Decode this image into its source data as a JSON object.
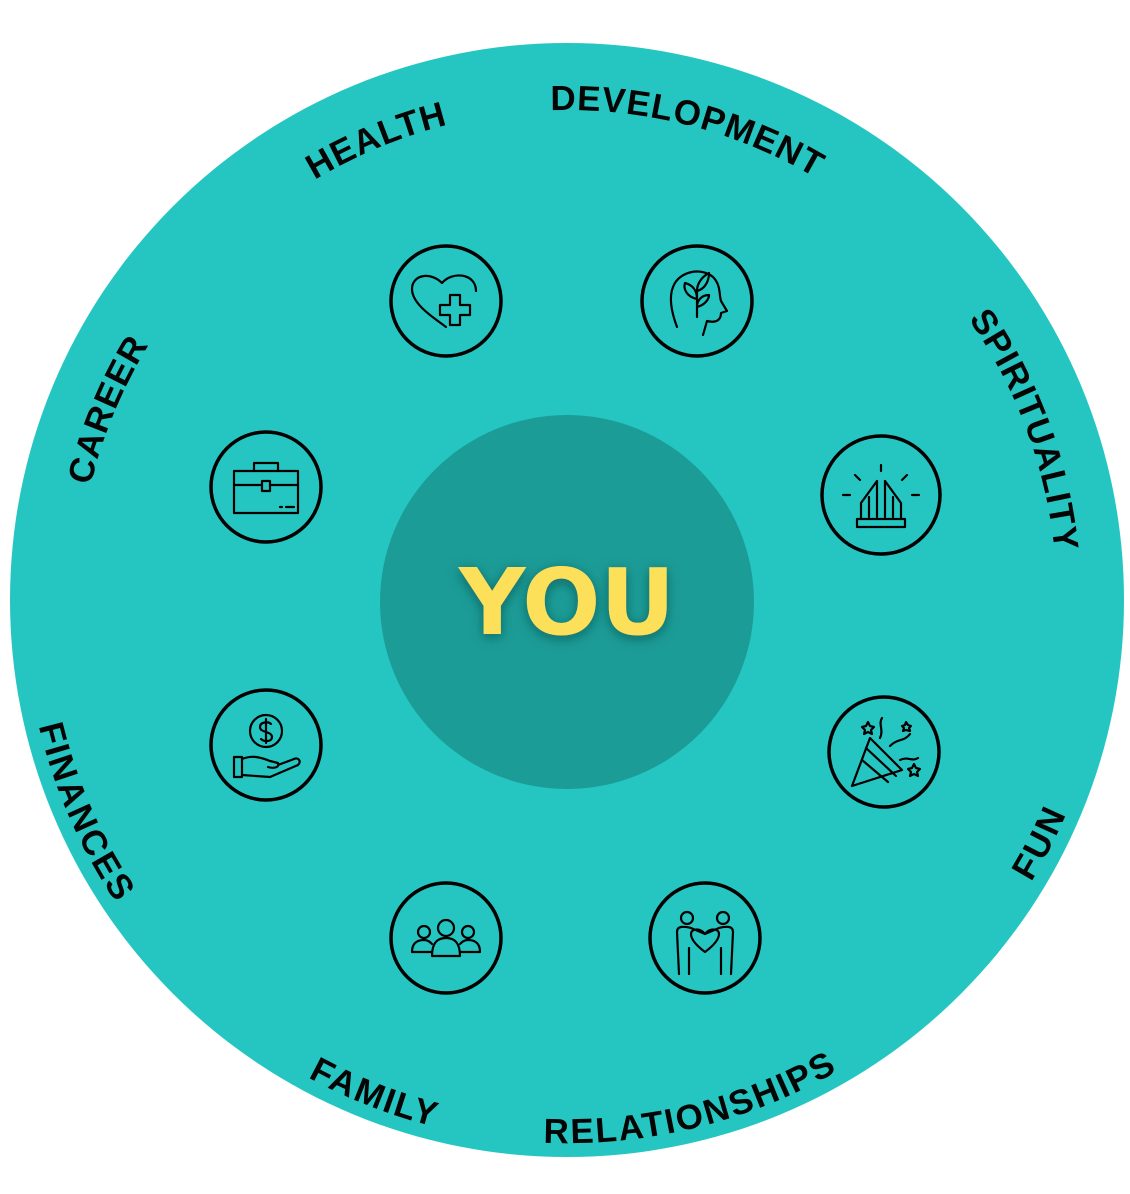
{
  "center": {
    "label": "YOU"
  },
  "areas": [
    {
      "id": "health",
      "label": "HEALTH",
      "icon": "heart-plus-icon"
    },
    {
      "id": "development",
      "label": "DEVELOPMENT",
      "icon": "head-sprout-icon"
    },
    {
      "id": "spirituality",
      "label": "SPIRITUALITY",
      "icon": "praying-hands-icon"
    },
    {
      "id": "fun",
      "label": "FUN",
      "icon": "party-popper-icon"
    },
    {
      "id": "relationships",
      "label": "RELATIONSHIPS",
      "icon": "couple-heart-icon"
    },
    {
      "id": "family",
      "label": "FAMILY",
      "icon": "group-people-icon"
    },
    {
      "id": "finances",
      "label": "FINANCES",
      "icon": "hand-dollar-icon"
    },
    {
      "id": "career",
      "label": "CAREER",
      "icon": "briefcase-icon"
    }
  ],
  "colors": {
    "outer": "#25c6c2",
    "inner": "#1c9c97",
    "center_text": "#fde05a",
    "ink": "#050505"
  }
}
